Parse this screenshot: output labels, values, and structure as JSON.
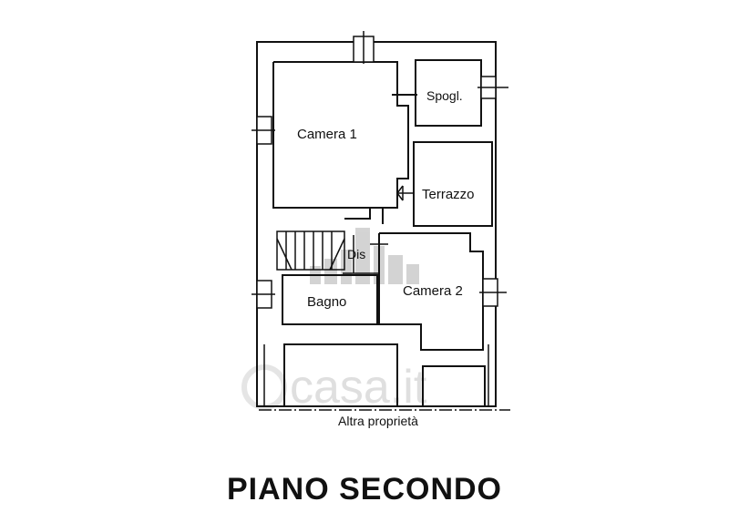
{
  "title": "PIANO SECONDO",
  "rooms": {
    "camera1": "Camera 1",
    "spogl": "Spogl.",
    "terrazzo": "Terrazzo",
    "dis": "Dis",
    "bagno": "Bagno",
    "camera2": "Camera 2"
  },
  "outside_label": "Altra proprietà",
  "watermark": "casa.it"
}
